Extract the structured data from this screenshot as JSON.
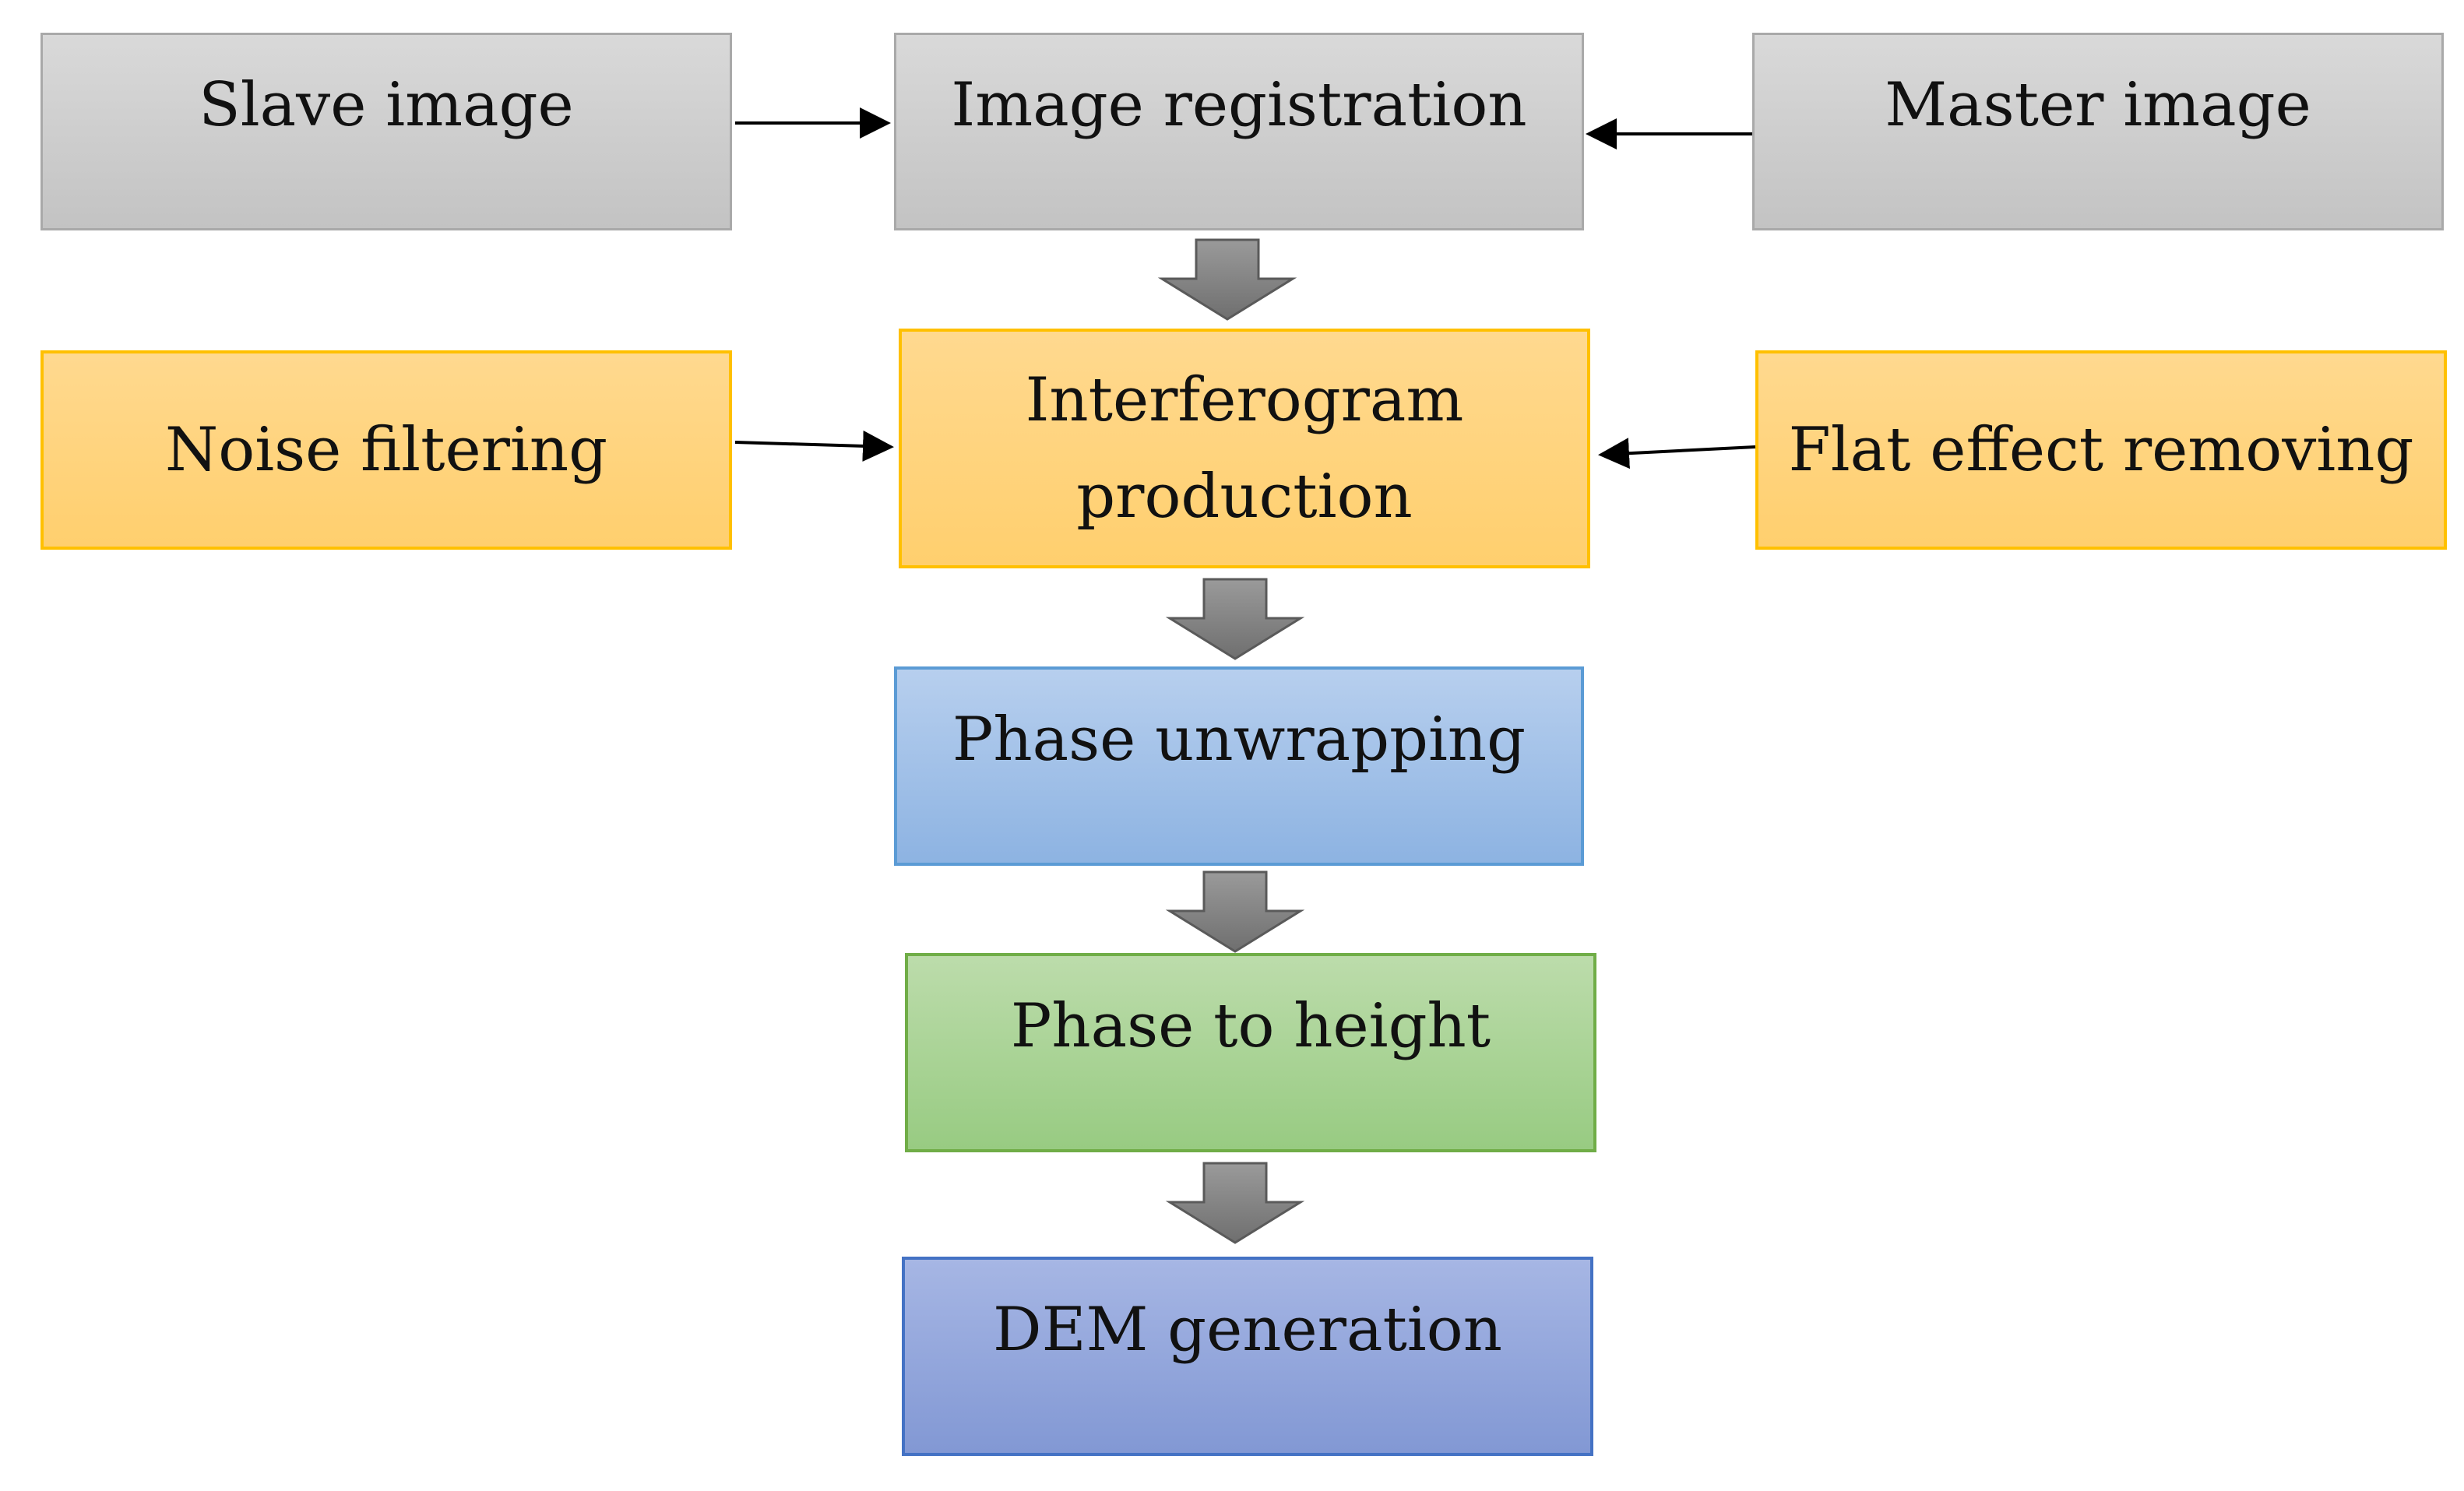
{
  "diagram": {
    "nodes": {
      "slave_image": "Slave image",
      "image_registration": "Image registration",
      "master_image": "Master image",
      "noise_filtering": "Noise filtering",
      "interferogram_production": [
        "Interferogram",
        "production"
      ],
      "flat_effect_removing": "Flat effect removing",
      "phase_unwrapping": "Phase unwrapping",
      "phase_to_height": "Phase to height",
      "dem_generation": "DEM generation"
    },
    "edges": [
      {
        "from": "slave_image",
        "to": "image_registration",
        "style": "thin"
      },
      {
        "from": "master_image",
        "to": "image_registration",
        "style": "thin"
      },
      {
        "from": "image_registration",
        "to": "interferogram_production",
        "style": "block"
      },
      {
        "from": "noise_filtering",
        "to": "interferogram_production",
        "style": "thin"
      },
      {
        "from": "flat_effect_removing",
        "to": "interferogram_production",
        "style": "thin"
      },
      {
        "from": "interferogram_production",
        "to": "phase_unwrapping",
        "style": "block"
      },
      {
        "from": "phase_unwrapping",
        "to": "phase_to_height",
        "style": "block"
      },
      {
        "from": "phase_to_height",
        "to": "dem_generation",
        "style": "block"
      }
    ],
    "colors": {
      "gray_fill": "#c8c8c8",
      "gray_border": "#a9a9a9",
      "orange_fill": "#ffd580",
      "orange_border": "#ffc000",
      "blue_fill": "#a3c1e8",
      "blue_border": "#5b9bd5",
      "green_fill": "#a9d394",
      "green_border": "#70ad47",
      "purple_fill": "#94a7dc",
      "purple_border": "#4472c4",
      "block_arrow_fill": "#7f7f7f",
      "thin_arrow": "#000000"
    }
  }
}
